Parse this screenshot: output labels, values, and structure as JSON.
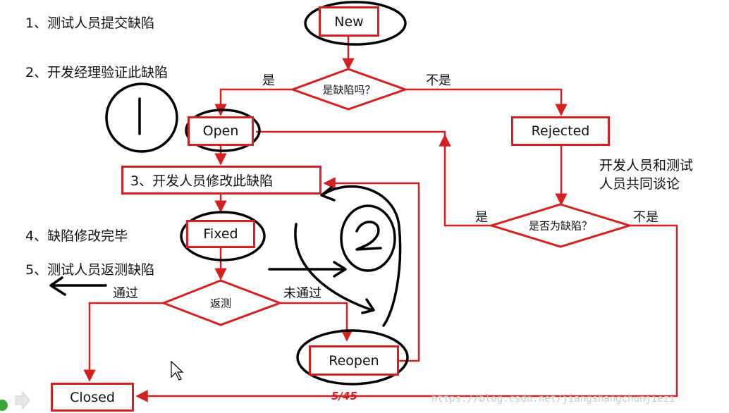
{
  "steps": [
    "1、测试人员提交缺陷",
    "2、开发经理验证此缺陷",
    "4、缺陷修改完毕",
    "5、测试人员返测缺陷"
  ],
  "states": {
    "new": "New",
    "open": "Open",
    "rejected": "Rejected",
    "fixed": "Fixed",
    "reopen": "Reopen",
    "closed": "Closed"
  },
  "process_box": "3、开发人员修改此缺陷",
  "decisions": {
    "is_defect": "是缺陷吗？",
    "is_defect_2": "是否为缺陷？",
    "retest": "返测"
  },
  "edge_labels": {
    "yes_1": "是",
    "no_1": "不是",
    "yes_2": "是",
    "no_2": "不是",
    "pass": "通过",
    "fail": "未通过"
  },
  "note": {
    "line1": "开发人员和测试",
    "line2": "人员共同谈论"
  },
  "handwriting": {
    "one": "1",
    "two": "2"
  },
  "page_number": "5/45",
  "watermark": "https://blog.csdn.net/jiangshangchunjiezi",
  "colors": {
    "flow": "#d42020",
    "ink": "#000000"
  }
}
